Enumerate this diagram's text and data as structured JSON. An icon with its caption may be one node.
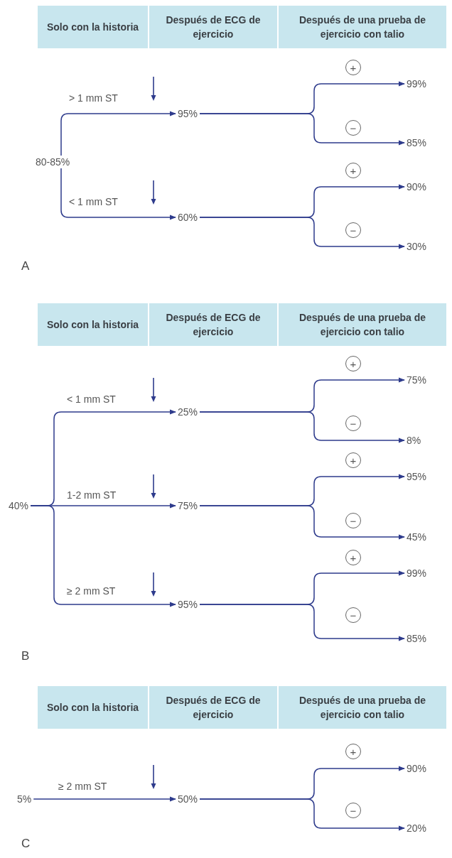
{
  "diagram": {
    "nodes": [
      {
        "text": [
          "Solo con la historia"
        ]
      },
      {
        "text": [
          "Después de ECG de ejercicio"
        ]
      },
      {
        "text": [
          "Después de una prueba de ejercicio con talio"
        ]
      },
      {
        "text": [
          "80-85%"
        ]
      },
      {
        "text": [
          "95%"
        ]
      },
      {
        "text": [
          "60%"
        ]
      },
      {
        "text": [
          "99%"
        ]
      },
      {
        "text": [
          "85%"
        ]
      },
      {
        "text": [
          "90%"
        ]
      },
      {
        "text": [
          "30%"
        ]
      },
      {
        "text": [
          "Solo con la historia"
        ]
      },
      {
        "text": [
          "Después de ECG de ejercicio"
        ]
      },
      {
        "text": [
          "Después de una prueba de ejercicio con talio"
        ]
      },
      {
        "text": [
          "40%"
        ]
      },
      {
        "text": [
          "25%"
        ]
      },
      {
        "text": [
          "75%"
        ]
      },
      {
        "text": [
          "95%"
        ]
      },
      {
        "text": [
          "75%"
        ]
      },
      {
        "text": [
          "8%"
        ]
      },
      {
        "text": [
          "95%"
        ]
      },
      {
        "text": [
          "45%"
        ]
      },
      {
        "text": [
          "99%"
        ]
      },
      {
        "text": [
          "85%"
        ]
      },
      {
        "text": [
          "Solo con la historia"
        ]
      },
      {
        "text": [
          "Después de ECG de ejercicio"
        ]
      },
      {
        "text": [
          "Después de una prueba de ejercicio con talio"
        ]
      },
      {
        "text": [
          "5%"
        ]
      },
      {
        "text": [
          "50%"
        ]
      },
      {
        "text": [
          "90%"
        ]
      },
      {
        "text": [
          "20%"
        ]
      }
    ],
    "edges": [
      {
        "from": 3,
        "to": 4,
        "arrow": "to",
        "label": "> 1 mm ST"
      },
      {
        "from": 3,
        "to": 5,
        "arrow": "to",
        "label": "< 1 mm ST"
      },
      {
        "from": 4,
        "to": 6,
        "arrow": "to",
        "label": "+"
      },
      {
        "from": 4,
        "to": 7,
        "arrow": "to",
        "label": "−"
      },
      {
        "from": 5,
        "to": 8,
        "arrow": "to",
        "label": "+"
      },
      {
        "from": 5,
        "to": 9,
        "arrow": "to",
        "label": "−"
      },
      {
        "from": 13,
        "to": 14,
        "arrow": "to",
        "label": "< 1 mm ST"
      },
      {
        "from": 13,
        "to": 15,
        "arrow": "to",
        "label": "1-2 mm ST"
      },
      {
        "from": 13,
        "to": 16,
        "arrow": "to",
        "label": "≥ 2 mm ST"
      },
      {
        "from": 14,
        "to": 17,
        "arrow": "to",
        "label": "+"
      },
      {
        "from": 14,
        "to": 18,
        "arrow": "to",
        "label": "−"
      },
      {
        "from": 15,
        "to": 19,
        "arrow": "to",
        "label": "+"
      },
      {
        "from": 15,
        "to": 20,
        "arrow": "to",
        "label": "−"
      },
      {
        "from": 16,
        "to": 21,
        "arrow": "to",
        "label": "+"
      },
      {
        "from": 16,
        "to": 22,
        "arrow": "to",
        "label": "−"
      },
      {
        "from": 26,
        "to": 27,
        "arrow": "to",
        "label": "≥ 2 mm ST"
      },
      {
        "from": 27,
        "to": 28,
        "arrow": "to",
        "label": "+"
      },
      {
        "from": 27,
        "to": 29,
        "arrow": "to",
        "label": "−"
      }
    ],
    "labels": [
      "A",
      "B",
      "C"
    ]
  }
}
